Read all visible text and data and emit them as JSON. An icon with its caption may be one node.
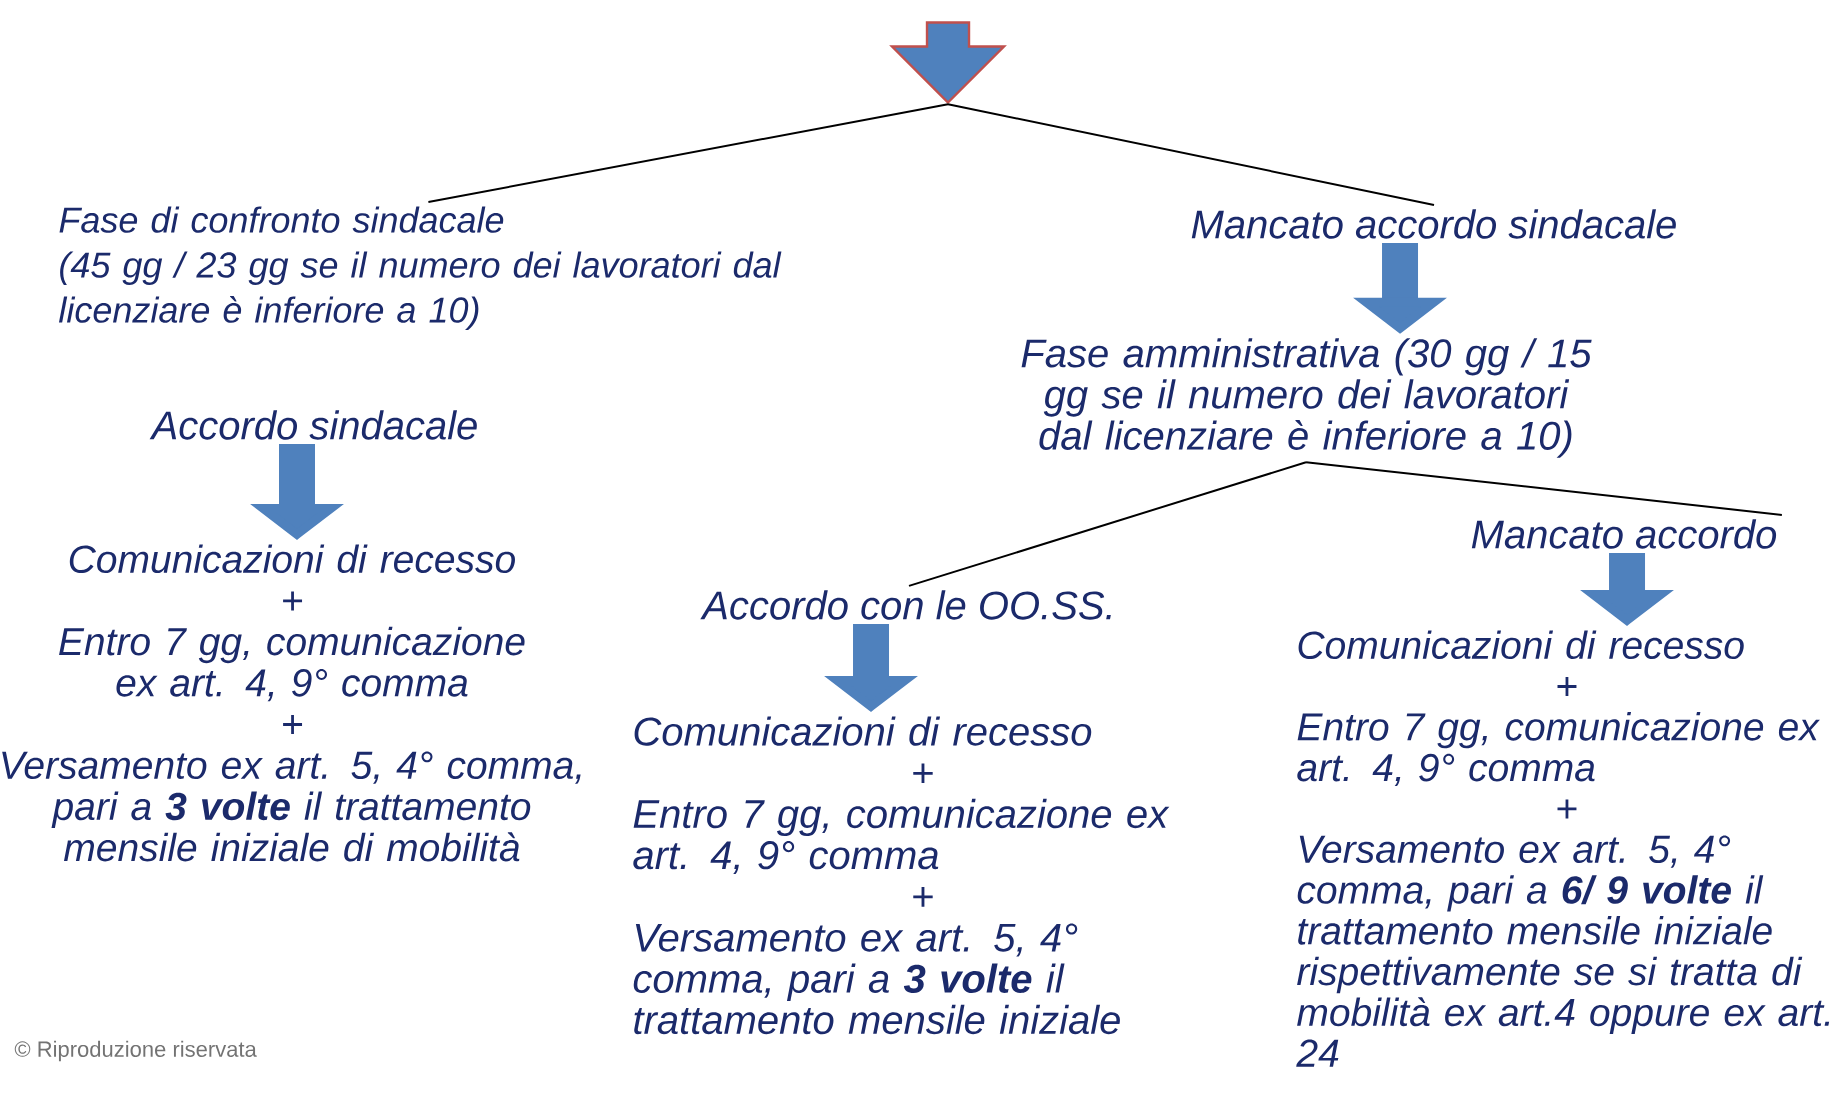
{
  "diagram": {
    "nodes": [
      {
        "text": [],
        "shape": "arrow"
      },
      {
        "text": [
          "Fase di confronto sindacale",
          "(45 gg / 23 gg se il numero dei lavoratori dal licenziare è inferiore a 10)"
        ]
      },
      {
        "text": [
          "Mancato accordo sindacale"
        ]
      },
      {
        "text": [
          "Accordo sindacale"
        ]
      },
      {
        "text": [
          "Comunicazioni di recesso",
          "+",
          "Entro 7 gg,  comunicazione ex art. 4, 9° comma",
          "+",
          "Versamento ex art. 5, 4° comma, pari a **3 volte** il trattamento mensile iniziale di mobilità"
        ]
      },
      {
        "text": [
          "Fase amministrativa (30 gg / 15 gg se il numero dei lavoratori dal licenziare è inferiore a 10)"
        ]
      },
      {
        "text": [
          "Accordo con le OO.SS."
        ]
      },
      {
        "text": [
          "Mancato accordo"
        ]
      },
      {
        "text": [
          "Comunicazioni di recesso",
          "+",
          "Entro 7 gg, comunicazione ex art. 4, 9° comma",
          "+",
          "Versamento ex art. 5, 4° comma, pari a **3 volte** il trattamento mensile iniziale"
        ]
      },
      {
        "text": [
          "Comunicazioni di recesso",
          "+",
          "Entro 7 gg, comunicazione ex art. 4, 9° comma",
          "+",
          "Versamento ex art. 5, 4° comma, pari a **6/ 9 volte** il trattamento mensile iniziale rispettivamente se si tratta di mobilità ex art.4 oppure ex art. 24"
        ]
      }
    ],
    "edges": [
      {
        "from": 0,
        "to": 1,
        "arrow": "none"
      },
      {
        "from": 0,
        "to": 2,
        "arrow": "none"
      },
      {
        "from": 3,
        "to": 4,
        "arrow": "to",
        "style": "thick",
        "color": "#4f81bd"
      },
      {
        "from": 2,
        "to": 5,
        "arrow": "to",
        "style": "thick",
        "color": "#4f81bd"
      },
      {
        "from": 5,
        "to": 6,
        "arrow": "none"
      },
      {
        "from": 5,
        "to": 7,
        "arrow": "none"
      },
      {
        "from": 6,
        "to": 8,
        "arrow": "to",
        "style": "thick",
        "color": "#4f81bd"
      },
      {
        "from": 7,
        "to": 9,
        "arrow": "to",
        "style": "thick",
        "color": "#4f81bd"
      }
    ],
    "labels": [
      "© Riproduzione riservata"
    ]
  }
}
